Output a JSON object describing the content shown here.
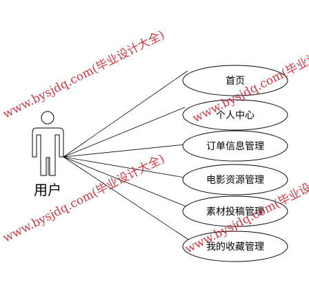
{
  "actor": {
    "label": "用户"
  },
  "use_cases": [
    {
      "label": "首页"
    },
    {
      "label": "个人中心"
    },
    {
      "label": "订单信息管理"
    },
    {
      "label": "电影资源管理"
    },
    {
      "label": "素材投稿管理"
    },
    {
      "label": "我的收藏管理"
    }
  ],
  "watermark": {
    "text": "www.bysjdq.com(毕业设计大全)"
  }
}
